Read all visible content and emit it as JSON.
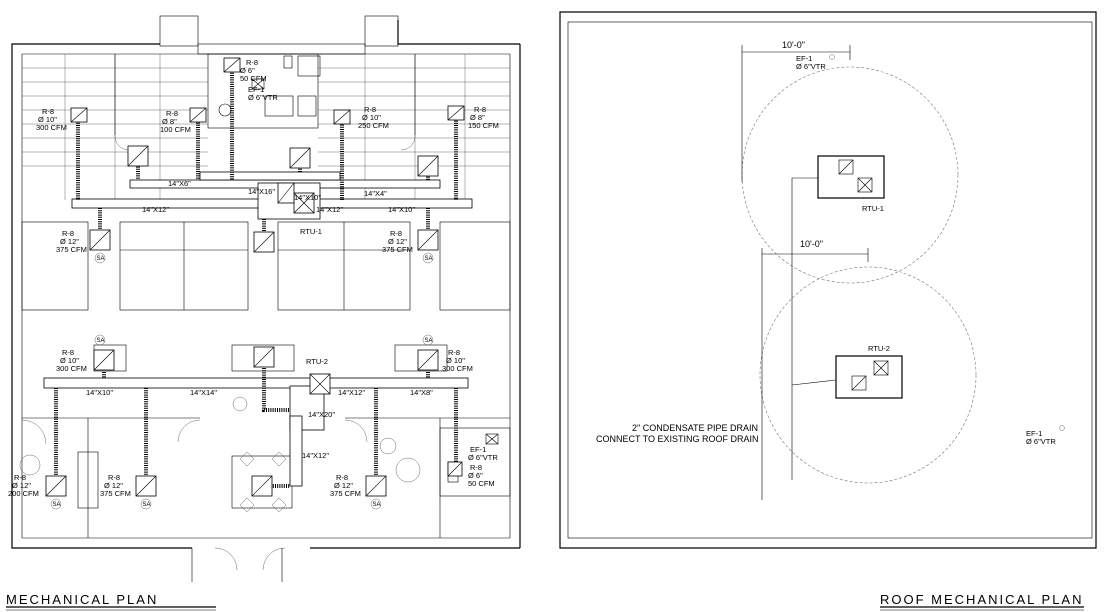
{
  "mechanical_plan": {
    "title": "MECHANICAL PLAN",
    "units": [
      {
        "id": "rtu-1",
        "label": "RTU-1"
      },
      {
        "id": "rtu-2",
        "label": "RTU-2"
      }
    ],
    "exhaust_fans": [
      {
        "name": "EF-1",
        "size": "Ø 6\"VTR"
      },
      {
        "name": "EF-1",
        "size": "Ø 6\"VTR"
      }
    ],
    "registers": [
      {
        "type": "R-8",
        "size": "Ø 6\"",
        "cfm": "50 CFM"
      },
      {
        "type": "R-8",
        "size": "Ø 10\"",
        "cfm": "300 CFM"
      },
      {
        "type": "R-8",
        "size": "Ø 8\"",
        "cfm": "100 CFM"
      },
      {
        "type": "R-8",
        "size": "Ø 10\"",
        "cfm": "250 CFM"
      },
      {
        "type": "R-8",
        "size": "Ø 8\"",
        "cfm": "150 CFM"
      },
      {
        "type": "R-8",
        "size": "Ø 12\"",
        "cfm": "375 CFM"
      },
      {
        "type": "R-8",
        "size": "Ø 12\"",
        "cfm": "375 CFM"
      },
      {
        "type": "R-8",
        "size": "Ø 10\"",
        "cfm": "300 CFM"
      },
      {
        "type": "R-8",
        "size": "Ø 10\"",
        "cfm": "300 CFM"
      },
      {
        "type": "R-8",
        "size": "Ø 12\"",
        "cfm": "200 CFM"
      },
      {
        "type": "R-8",
        "size": "Ø 12\"",
        "cfm": "375 CFM"
      },
      {
        "type": "R-8",
        "size": "Ø 12\"",
        "cfm": "375 CFM"
      },
      {
        "type": "R-8",
        "size": "Ø 6\"",
        "cfm": "50 CFM"
      }
    ],
    "duct_sizes": [
      "14\"X6\"",
      "14\"X16\"",
      "14\"X4\"",
      "14\"X10\"",
      "14\"X12\"",
      "14\"X12\"",
      "14\"X10\"",
      "14\"X10\"",
      "14\"X14\"",
      "14\"X12\"",
      "14\"X8\"",
      "14\"X20\"",
      "14\"X12\""
    ],
    "return_tag": "SA"
  },
  "roof_plan": {
    "title": "ROOF MECHANICAL PLAN",
    "dimensions": [
      "10'-0\"",
      "10'-0\""
    ],
    "units": [
      "RTU-1",
      "RTU-2"
    ],
    "fans": [
      {
        "name": "EF-1",
        "size": "Ø 6\"VTR"
      },
      {
        "name": "EF-1",
        "size": "Ø 6\"VTR"
      }
    ],
    "drain_note_line1": "2\" CONDENSATE PIPE DRAIN",
    "drain_note_line2": "CONNECT TO EXISTING ROOF DRAIN"
  }
}
